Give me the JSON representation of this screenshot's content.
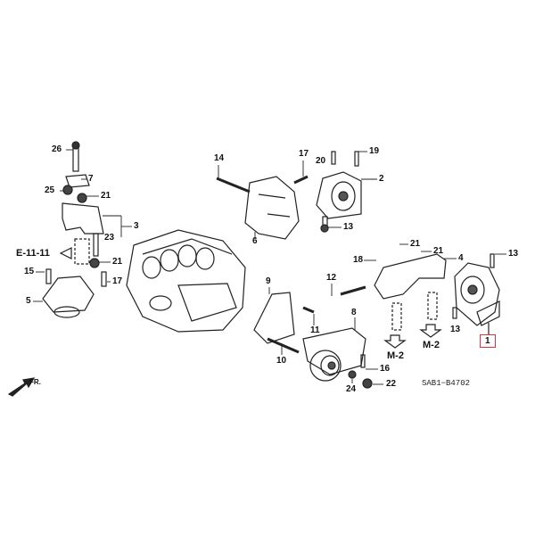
{
  "diagram": {
    "drawing_code": "SAB1−B4702",
    "direction_label": "FR.",
    "highlighted_part": "1",
    "references": [
      {
        "id": "ref-e11",
        "text": "E-11-11"
      },
      {
        "id": "ref-m2a",
        "text": "M-2"
      },
      {
        "id": "ref-m2b",
        "text": "M-2"
      }
    ],
    "callouts": [
      "26",
      "7",
      "25",
      "21",
      "3",
      "23",
      "21",
      "15",
      "17",
      "5",
      "14",
      "17",
      "20",
      "19",
      "2",
      "13",
      "6",
      "18",
      "21",
      "21",
      "4",
      "13",
      "12",
      "9",
      "11",
      "10",
      "8",
      "16",
      "24",
      "22",
      "13"
    ],
    "accent_color": "#d9323a"
  }
}
